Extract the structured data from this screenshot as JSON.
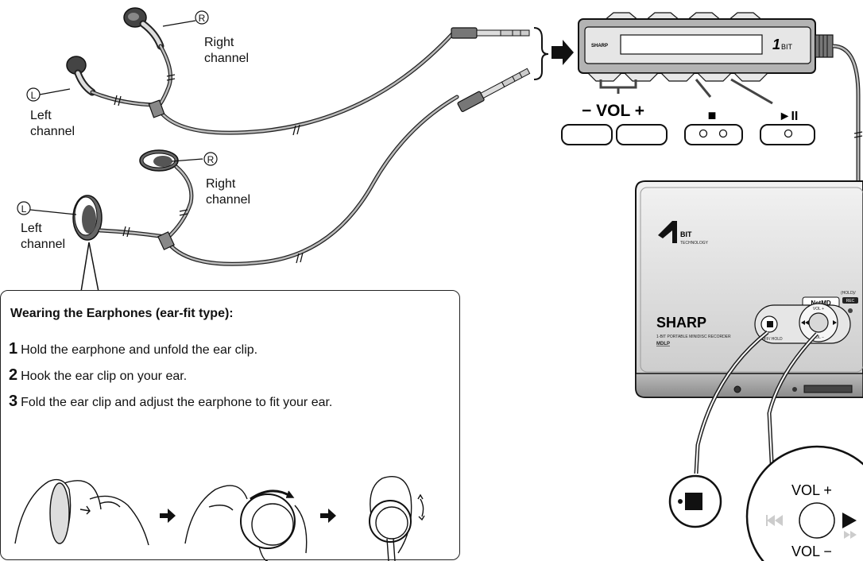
{
  "earphones_top": {
    "right_marker": "R",
    "right_label_1": "Right",
    "right_label_2": "channel",
    "left_marker": "L",
    "left_label_1": "Left",
    "left_label_2": "channel"
  },
  "earphones_clip": {
    "right_marker": "R",
    "right_label_1": "Right",
    "right_label_2": "channel",
    "left_marker": "L",
    "left_label_1": "Left",
    "left_label_2": "channel"
  },
  "remote": {
    "brand": "SHARP",
    "logo_number": "1",
    "logo_text": "BIT",
    "vol_label": "− VOL +",
    "stop_symbol": "■",
    "play_pause_symbol": "►II"
  },
  "recorder": {
    "logo_number": "1",
    "logo_text": "BIT",
    "logo_sub": "TECHNOLOGY",
    "netmd": "NetMD",
    "hold_label": "(HOLD)/",
    "rec_label": "REC",
    "brand": "SHARP",
    "model_line": "1-BIT PORTABLE MINIDISC RECORDER",
    "mdlp": "MDLP",
    "off_hold": "OFF/ HOLD",
    "vol_plus": "VOL +",
    "vol_minus": "VOL −"
  },
  "zoom": {
    "stop_icon": "·■",
    "vol_plus": "VOL +",
    "vol_minus": "VOL −"
  },
  "wearing": {
    "title": "Wearing the Earphones (ear-fit type):",
    "steps": [
      {
        "num": "1",
        "text": "Hold the earphone and unfold the ear clip."
      },
      {
        "num": "2",
        "text": "Hook the ear clip on your ear."
      },
      {
        "num": "3",
        "text": "Fold the ear clip and adjust the earphone to fit your ear."
      }
    ]
  }
}
